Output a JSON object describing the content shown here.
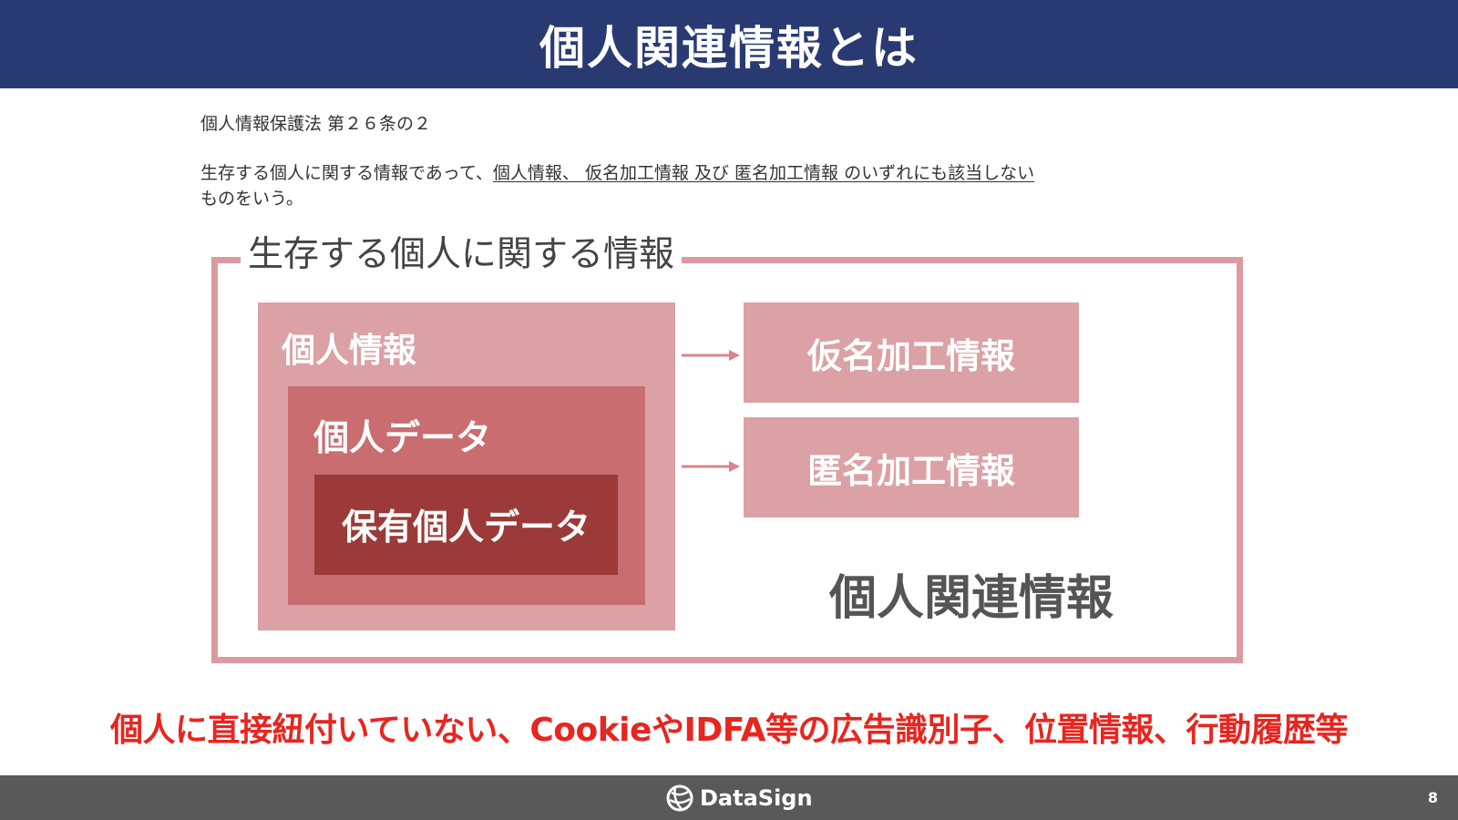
{
  "header": {
    "title": "個人関連情報とは"
  },
  "law": {
    "title": "個人情報保護法 第２６条の２",
    "text_prefix": "生存する個人に関する情報であって、",
    "text_underlined": "個人情報、 仮名加工情報 及び 匿名加工情報 のいずれにも該当しない",
    "text_suffix": "ものをいう。"
  },
  "diagram": {
    "outer_label": "生存する個人に関する情報",
    "personal_info": "個人情報",
    "personal_data": "個人データ",
    "held_personal_data": "保有個人データ",
    "pseudonymized": "仮名加工情報",
    "anonymized": "匿名加工情報",
    "related_info": "個人関連情報"
  },
  "note": "個人に直接紐付いていない、CookieやIDFA等の広告識別子、位置情報、行動履歴等",
  "footer": {
    "brand": "DataSign",
    "page": "8"
  },
  "colors": {
    "header_bg": "#293a73",
    "frame": "#dc9aa0",
    "personal_info_bg": "#dba1a5",
    "personal_data_bg": "#c96d71",
    "held_data_bg": "#9b3a38",
    "note_red": "#e8251f",
    "footer_bg": "#595959"
  }
}
